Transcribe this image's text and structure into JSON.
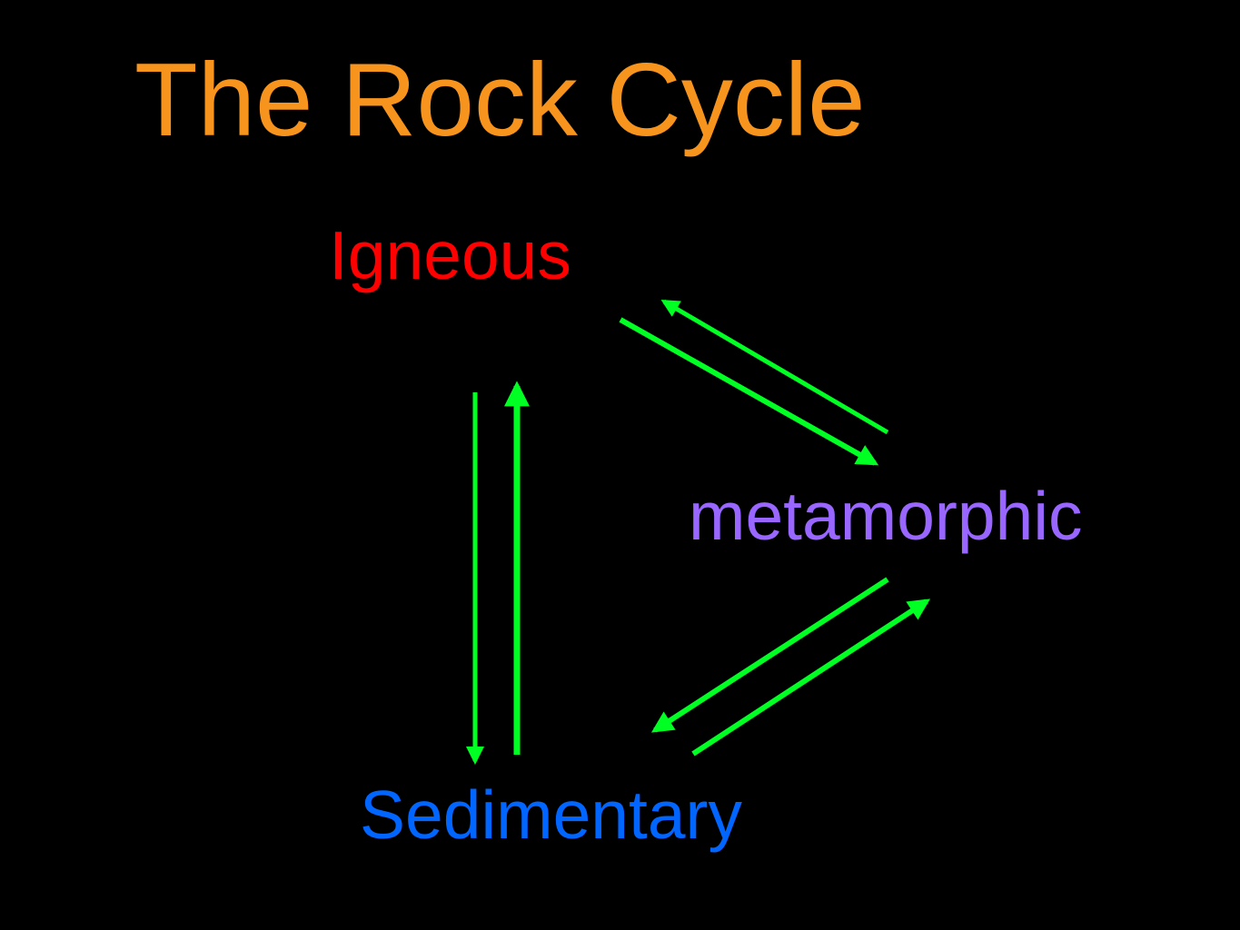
{
  "title": "The Rock Cycle",
  "nodes": {
    "igneous": "Igneous",
    "metamorphic": "metamorphic",
    "sedimentary": "Sedimentary"
  },
  "colors": {
    "background": "#000000",
    "title": "#f7941d",
    "igneous": "#ff0000",
    "metamorphic": "#9966ff",
    "sedimentary": "#0066ff",
    "arrow": "#00ff22"
  }
}
